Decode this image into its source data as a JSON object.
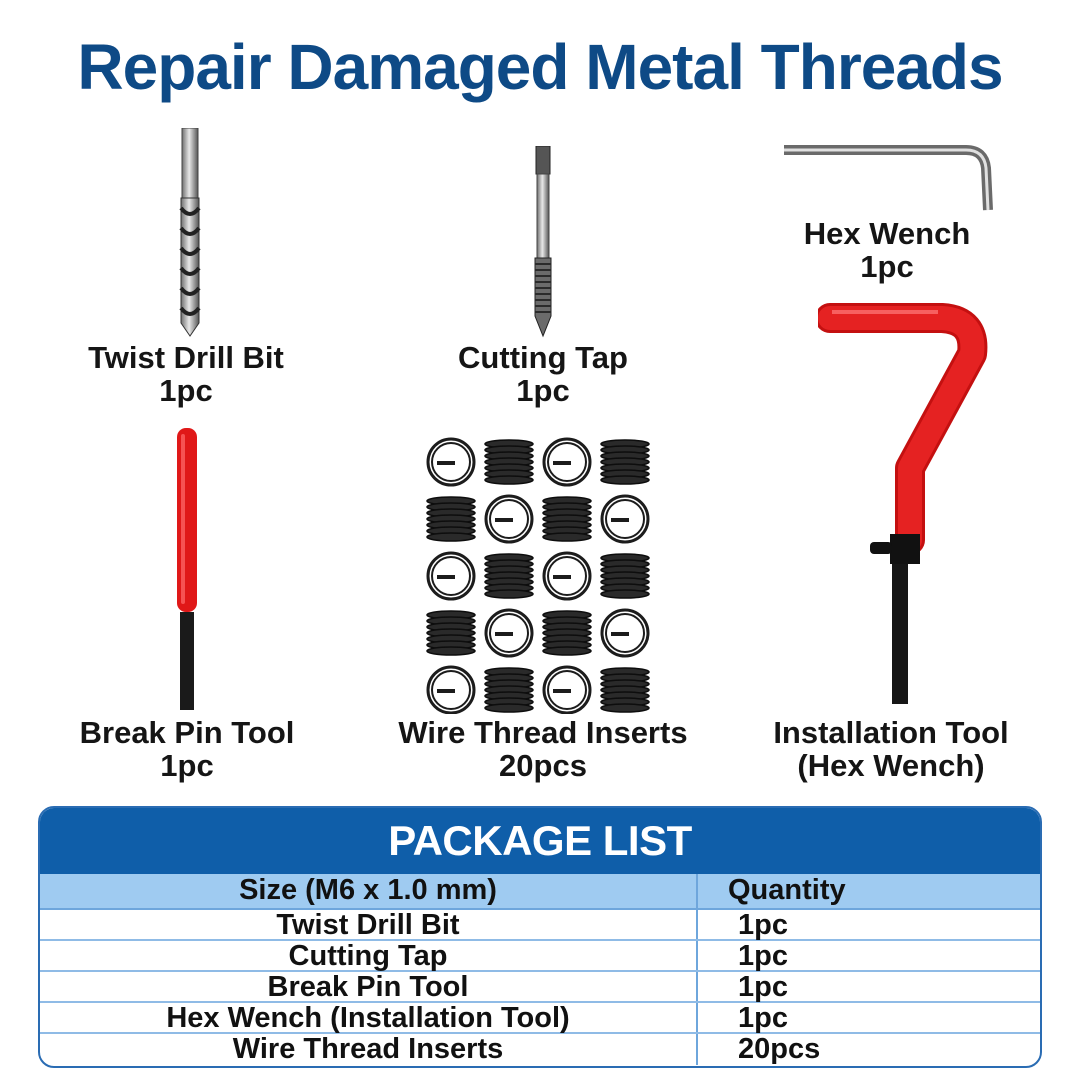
{
  "headline": "Repair Damaged Metal Threads",
  "items": {
    "drill": {
      "name": "Twist Drill Bit",
      "qty": "1pc"
    },
    "tap": {
      "name": "Cutting Tap",
      "qty": "1pc"
    },
    "hex": {
      "name": "Hex Wench",
      "qty": "1pc"
    },
    "pin": {
      "name": "Break Pin Tool",
      "qty": "1pc"
    },
    "inserts": {
      "name": "Wire Thread Inserts",
      "qty": "20pcs"
    },
    "install": {
      "name": "Installation Tool",
      "qty": "(Hex Wench)"
    }
  },
  "package_list": {
    "title": "PACKAGE LIST",
    "col_size": "Size (M6 x 1.0 mm)",
    "col_qty": "Quantity",
    "rows": [
      {
        "name": "Twist Drill Bit",
        "qty": "1pc"
      },
      {
        "name": "Cutting Tap",
        "qty": "1pc"
      },
      {
        "name": "Break Pin Tool",
        "qty": "1pc"
      },
      {
        "name": "Hex Wench (Installation Tool)",
        "qty": "1pc"
      },
      {
        "name": "Wire Thread Inserts",
        "qty": "20pcs"
      }
    ]
  },
  "colors": {
    "headline": "#0e4a86",
    "table_header": "#0f5ea9",
    "column_header": "#9fcbf1",
    "handle_red": "#e01818"
  }
}
